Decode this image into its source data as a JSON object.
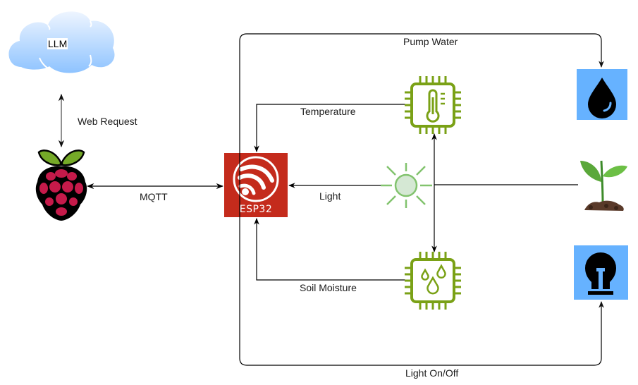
{
  "diagram": {
    "title": "",
    "nodes": {
      "llm": {
        "label": "LLM",
        "icon": "cloud-icon"
      },
      "raspberry_pi": {
        "label": "",
        "icon": "raspberry-pi-icon"
      },
      "esp32": {
        "label": "ESP32",
        "icon": "espressif-logo-icon"
      },
      "temperature_sensor": {
        "icon": "temperature-chip-icon"
      },
      "light_sensor": {
        "icon": "sun-icon"
      },
      "soil_moisture_sensor": {
        "icon": "water-drops-chip-icon"
      },
      "water_pump": {
        "icon": "water-drop-icon"
      },
      "plant": {
        "icon": "plant-sprout-icon"
      },
      "grow_light": {
        "icon": "light-bulb-icon"
      }
    },
    "edges": {
      "web_request": "Web Request",
      "mqtt": "MQTT",
      "temperature": "Temperature",
      "light": "Light",
      "soil_moisture": "Soil Moisture",
      "pump_water": "Pump Water",
      "light_on_off": "Light On/Off"
    },
    "colors": {
      "esp32_red": "#c42b1c",
      "sensor_green": "#7aa116",
      "sun_green": "#82c36e",
      "sun_fill": "#d5e8d4",
      "actuator_blue": "#66b2ff",
      "cloud_top": "#e6f1ff",
      "cloud_bottom": "#8ec3ff",
      "raspberry_red": "#c51a4a",
      "leaf_green": "#75a928"
    }
  }
}
